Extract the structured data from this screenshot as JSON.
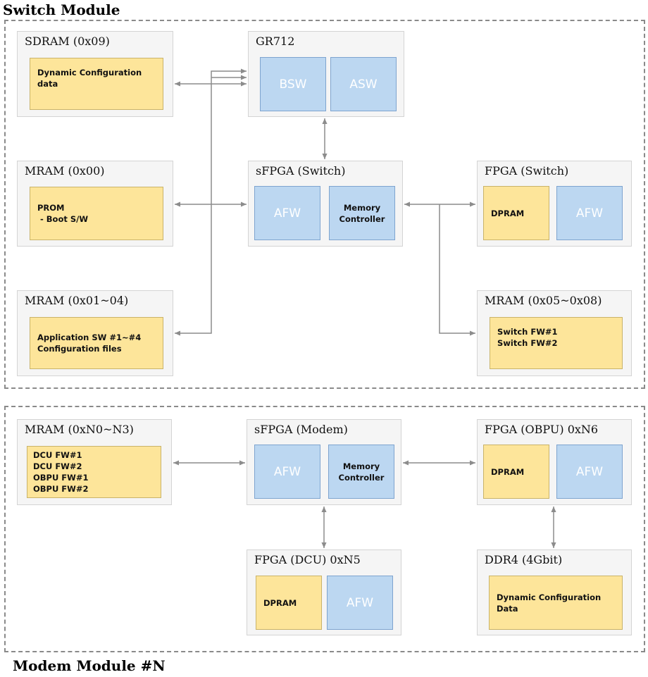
{
  "switch_module": {
    "title": "Switch Module",
    "sdram": {
      "title": "SDRAM (0x09)",
      "content": "Dynamic Configuration\ndata"
    },
    "gr712": {
      "title": "GR712",
      "left": "BSW",
      "right": "ASW"
    },
    "mram_00": {
      "title": "MRAM (0x00)",
      "content": "PROM\n - Boot S/W"
    },
    "sfpga": {
      "title": "sFPGA (Switch)",
      "left": "AFW",
      "right": "Memory\nController"
    },
    "fpga": {
      "title": "FPGA (Switch)",
      "left": "DPRAM",
      "right": "AFW"
    },
    "mram_01_04": {
      "title": "MRAM (0x01~04)",
      "content": "Application SW #1~#4\nConfiguration files"
    },
    "mram_05_08": {
      "title": "MRAM (0x05~0x08)",
      "content": "Switch FW#1\nSwitch FW#2"
    }
  },
  "modem_module": {
    "title": "Modem Module #N",
    "mram": {
      "title": "MRAM (0xN0~N3)",
      "content": "DCU FW#1\nDCU FW#2\nOBPU FW#1\nOBPU FW#2"
    },
    "sfpga": {
      "title": "sFPGA (Modem)",
      "left": "AFW",
      "right": "Memory\nController"
    },
    "fpga_obpu": {
      "title": "FPGA (OBPU) 0xN6",
      "left": "DPRAM",
      "right": "AFW"
    },
    "fpga_dcu": {
      "title": "FPGA (DCU) 0xN5",
      "left": "DPRAM",
      "right": "AFW"
    },
    "ddr4": {
      "title": "DDR4 (4Gbit)",
      "content": "Dynamic Configuration\nData"
    }
  }
}
